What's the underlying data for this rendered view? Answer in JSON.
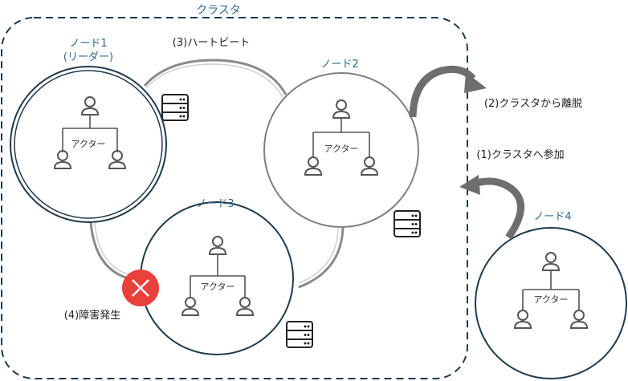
{
  "cluster": {
    "label": "クラスタ"
  },
  "nodes": [
    {
      "id": "node1",
      "label": "ノード1",
      "sublabel": "(リーダー)",
      "actor_label": "アクター",
      "color": "#1f3a4d"
    },
    {
      "id": "node2",
      "label": "ノード2",
      "actor_label": "アクター",
      "color": "#1f3a4d"
    },
    {
      "id": "node3",
      "label": "ノード3",
      "actor_label": "アクター",
      "color": "#1f3a4d"
    },
    {
      "id": "node4",
      "label": "ノード4",
      "actor_label": "アクター",
      "color": "#1f3a4d"
    }
  ],
  "events": {
    "heartbeat": "(3)ハートビート",
    "leave": "(2)クラスタから離脱",
    "join": "(1)クラスタへ参加",
    "failure": "(4)障害発生"
  },
  "colors": {
    "cluster_border": "#1f3a4d",
    "node_label": "#2b6a8a",
    "link": "#bfbfbf",
    "failure": "#e8413c",
    "arrow": "#6e6e6e"
  }
}
